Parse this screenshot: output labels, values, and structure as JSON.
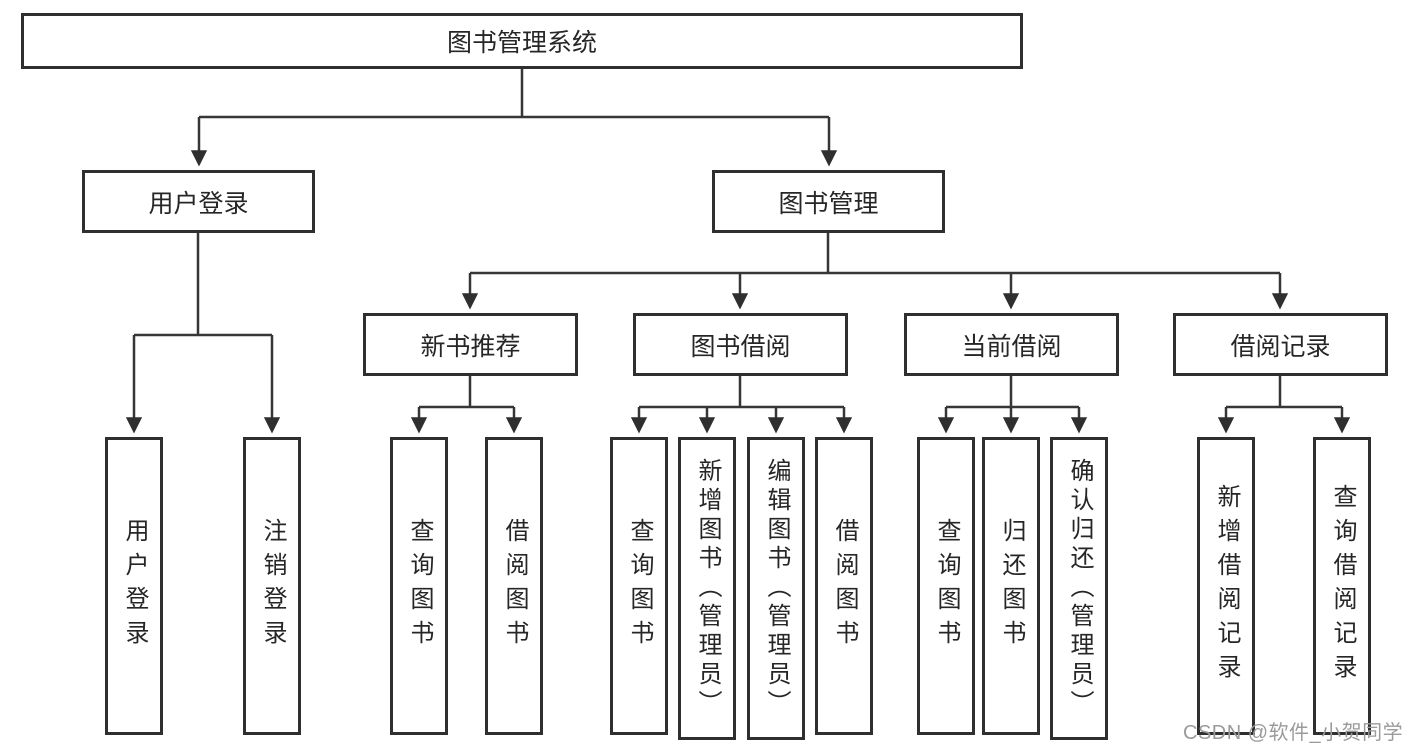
{
  "nodes": {
    "root": "图书管理系统",
    "user_login_group": "用户登录",
    "book_management": "图书管理",
    "new_book_recommend": "新书推荐",
    "book_borrowing": "图书借阅",
    "current_borrowing": "当前借阅",
    "borrowing_records": "借阅记录",
    "leaves": {
      "user_login": "用户登录",
      "logout": "注销登录",
      "query_books_recommend": "查询图书",
      "borrow_books_recommend": "借阅图书",
      "query_books_borrowing": "查询图书",
      "add_books_admin": "新增图书（管理员）",
      "edit_books_admin": "编辑图书（管理员）",
      "borrow_books_borrowing": "借阅图书",
      "query_books_current": "查询图书",
      "return_books": "归还图书",
      "confirm_return_admin": "确认归还（管理员）",
      "add_borrow_record": "新增借阅记录",
      "query_borrow_record": "查询借阅记录"
    }
  },
  "watermark": "CSDN @软件_小贺同学",
  "colors": {
    "line": "#363636",
    "box_border": "#2f2f2f",
    "text": "#262626",
    "watermark": "#9b9b9b",
    "background": "#ffffff"
  }
}
